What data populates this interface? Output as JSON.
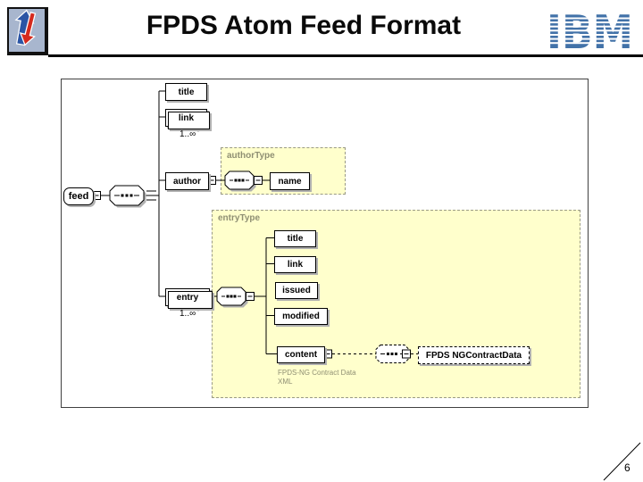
{
  "header": {
    "title": "FPDS Atom Feed Format",
    "ibm_logo_text": "IBM"
  },
  "diagram": {
    "feed": {
      "label": "feed"
    },
    "feed_children": {
      "title": {
        "label": "title"
      },
      "link": {
        "label": "link",
        "cardinality": "1..∞"
      },
      "author": {
        "label": "author"
      },
      "entry": {
        "label": "entry",
        "cardinality": "1..∞"
      }
    },
    "author_type": {
      "label": "authorType",
      "children": {
        "name": {
          "label": "name"
        }
      }
    },
    "entry_type": {
      "label": "entryType",
      "children": {
        "title": {
          "label": "title"
        },
        "link": {
          "label": "link"
        },
        "issued": {
          "label": "issued"
        },
        "modified": {
          "label": "modified"
        },
        "content": {
          "label": "content"
        }
      },
      "content_annotation": {
        "line1": "FPDS-NG Contract Data",
        "line2": "XML"
      },
      "external_ref": {
        "label": "FPDS NGContractData"
      }
    }
  },
  "footer": {
    "page_number": "6"
  },
  "colors": {
    "group_fill": "#ffffcc",
    "group_border": "#9a9a85",
    "group_label": "#8f8f73",
    "ibm_blue": "#4272a8",
    "logo_blue": "#2b55a5",
    "logo_red": "#d42a1e",
    "shadow_gray": "#b0b0b0"
  }
}
